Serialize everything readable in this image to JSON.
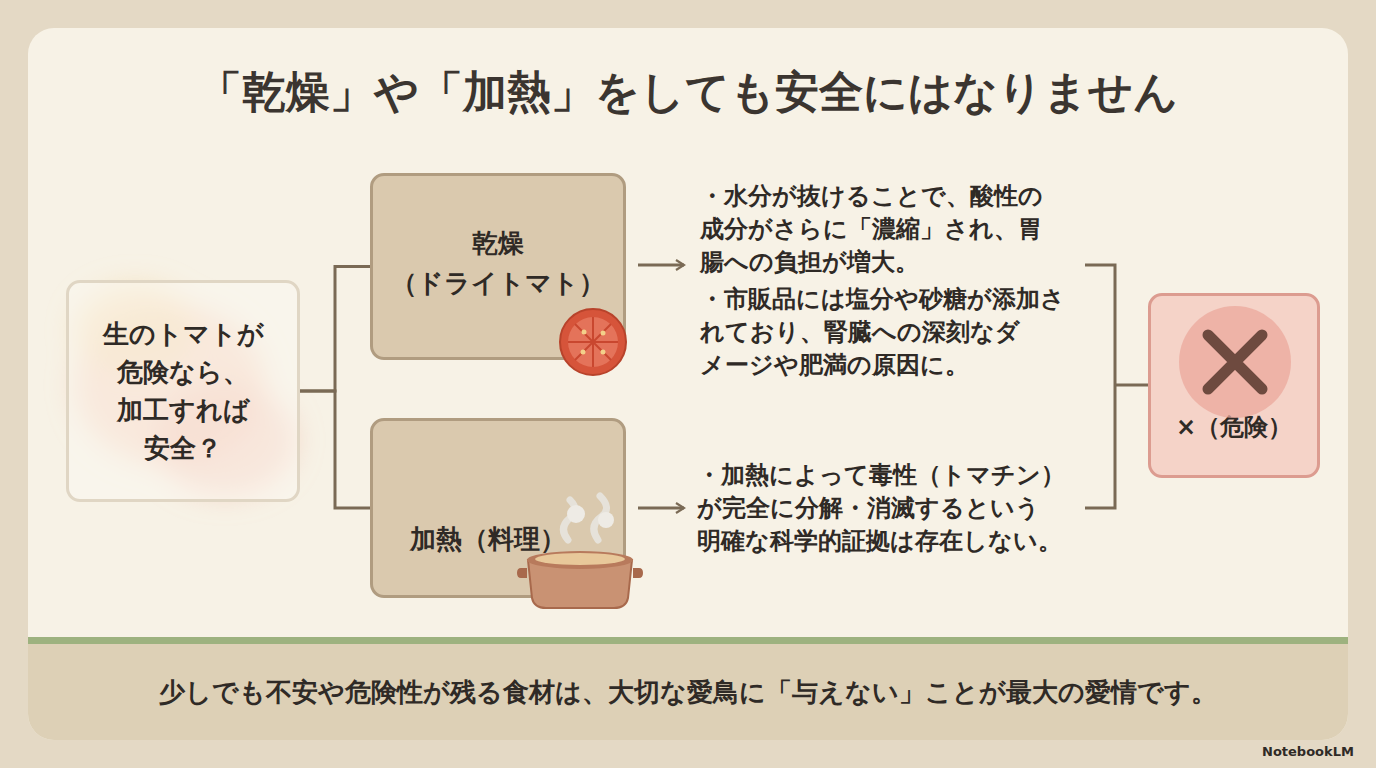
{
  "diagram": {
    "title": "「乾燥」や「加熱」をしても安全にはなりません",
    "nodes": [
      {
        "text": [
          "生のトマトが 危険なら、 加工すれば 安全？"
        ]
      },
      {
        "text": [
          "乾燥 （ドライトマト）"
        ]
      },
      {
        "text": [
          "加熱（料理）"
        ]
      },
      {
        "text": [
          "×（危険）"
        ]
      },
      {
        "text": [
          "少しでも不安や危険性が残る食材は、大切な愛鳥に「与えない」ことが最大の愛情です。"
        ]
      }
    ],
    "edges": [
      {
        "from": 0,
        "to": 1,
        "arrow": "none"
      },
      {
        "from": 0,
        "to": 2,
        "arrow": "none"
      }
    ],
    "labels": [
      "・水分が抜けることで、酸性の 成分がさらに「濃縮」され、胃 腸への負担が増大。",
      "・市販品には塩分や砂糖が添加さ れており、腎臓への深刻なダ メージや肥満の原因に。",
      "・加熱によって毒性（トマチン） が完全に分解・消滅するという 明確な科学的証拠は存在しない。",
      "NotebookLM"
    ]
  }
}
